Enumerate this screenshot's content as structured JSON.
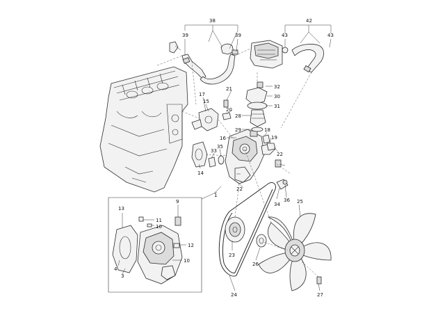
{
  "callouts": {
    "c1": "1",
    "c3": "3",
    "c4": "4",
    "c9": "9",
    "c10a": "10",
    "c10b": "10",
    "c11": "11",
    "c12": "12",
    "c13": "13",
    "c14": "14",
    "c15": "15",
    "c16": "16",
    "c17": "17",
    "c18": "18",
    "c19": "19",
    "c20": "20",
    "c21": "21",
    "c22a": "22",
    "c22b": "22",
    "c23": "23",
    "c24": "24",
    "c25": "25",
    "c26": "26",
    "c27": "27",
    "c28": "28",
    "c29": "29",
    "c30": "30",
    "c31": "31",
    "c32": "32",
    "c33": "33",
    "c34": "34",
    "c35": "35",
    "c36": "36",
    "c38": "38",
    "c39a": "39",
    "c39b": "39",
    "c42": "42",
    "c43a": "43",
    "c43b": "43"
  },
  "colors": {
    "line": "#2b2b2b",
    "fill": "#f2f2f2",
    "background": "#ffffff"
  }
}
